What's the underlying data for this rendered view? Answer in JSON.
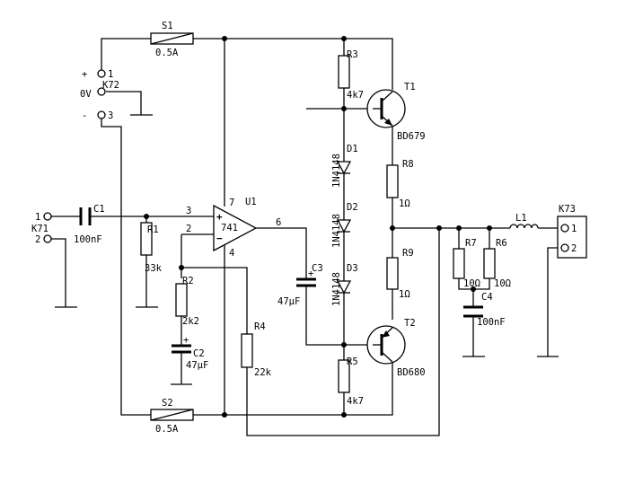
{
  "amplifier": {
    "name": "U1",
    "value": "741",
    "pins": {
      "noninv": "3",
      "inv": "2",
      "out": "6",
      "vplus": "7",
      "vminus": "4"
    }
  },
  "terminals": {
    "K71": {
      "name": "K71",
      "pin1": "1",
      "pin2": "2"
    },
    "K72": {
      "name": "K72",
      "plus": "+",
      "pin1": "1",
      "zero_label": "0V",
      "minus": "-",
      "pin3": "3"
    },
    "K73": {
      "name": "K73",
      "pin1": "1",
      "pin2": "2"
    }
  },
  "fuses": {
    "S1": {
      "name": "S1",
      "value": "0.5A"
    },
    "S2": {
      "name": "S2",
      "value": "0.5A"
    }
  },
  "capacitors": {
    "C1": {
      "name": "C1",
      "value": "100nF"
    },
    "C2": {
      "name": "C2",
      "value": "47µF",
      "polarity": "+"
    },
    "C3": {
      "name": "C3",
      "value": "47µF",
      "polarity": "+"
    },
    "C4": {
      "name": "C4",
      "value": "100nF"
    }
  },
  "resistors": {
    "R1": {
      "name": "R1",
      "value": "33k"
    },
    "R2": {
      "name": "R2",
      "value": "2k2"
    },
    "R3": {
      "name": "R3",
      "value": "4k7"
    },
    "R4": {
      "name": "R4",
      "value": "22k"
    },
    "R5": {
      "name": "R5",
      "value": "4k7"
    },
    "R6": {
      "name": "R6",
      "value": "10Ω"
    },
    "R7": {
      "name": "R7",
      "value": "10Ω"
    },
    "R8": {
      "name": "R8",
      "value": "1Ω"
    },
    "R9": {
      "name": "R9",
      "value": "1Ω"
    }
  },
  "diodes": {
    "D1": {
      "name": "D1",
      "value": "1N4148"
    },
    "D2": {
      "name": "D2",
      "value": "1N4148"
    },
    "D3": {
      "name": "D3",
      "value": "1N4148"
    }
  },
  "transistors": {
    "T1": {
      "name": "T1",
      "value": "BD679"
    },
    "T2": {
      "name": "T2",
      "value": "BD680"
    }
  },
  "inductor": {
    "name": "L1"
  }
}
